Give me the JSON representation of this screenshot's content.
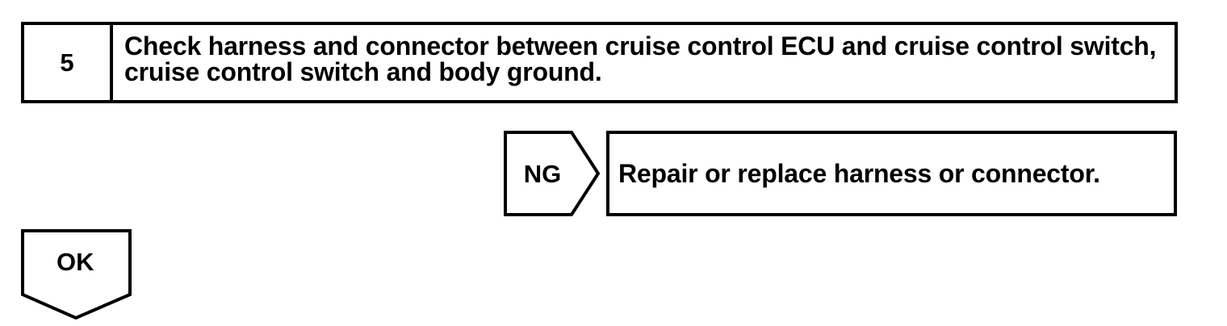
{
  "flowchart": {
    "step": {
      "number": "5",
      "instruction_lines": [
        "Check harness and connector between cruise control ECU and cruise control switch,",
        "cruise control switch and body ground."
      ]
    },
    "branches": {
      "ng": {
        "label": "NG",
        "result_text": "Repair or replace harness or connector."
      },
      "ok": {
        "label": "OK"
      }
    },
    "colors": {
      "ink": "#000000",
      "paper": "#ffffff"
    }
  }
}
